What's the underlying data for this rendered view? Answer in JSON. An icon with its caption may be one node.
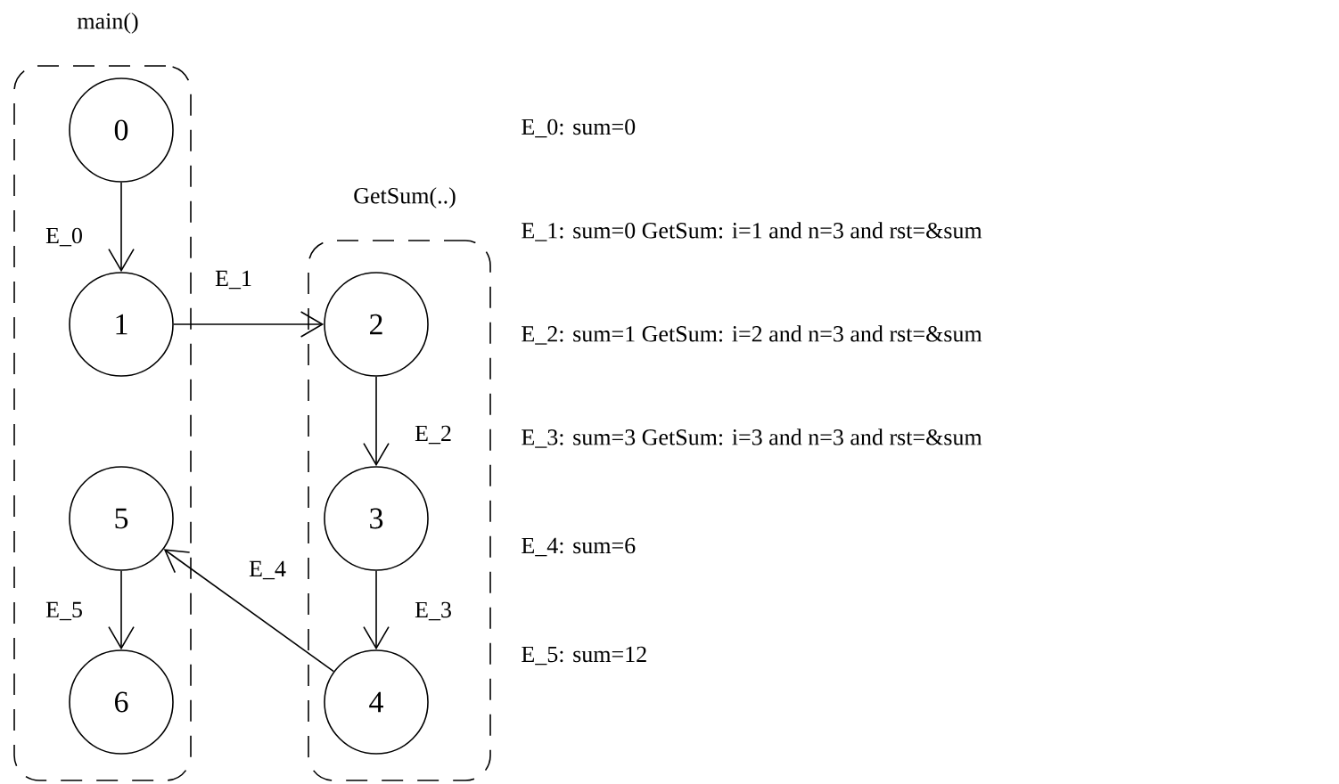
{
  "diagram": {
    "nodes": [
      {
        "text": [
          "main()"
        ]
      },
      {
        "text": [
          "0"
        ],
        "in": 0
      },
      {
        "text": [
          "1"
        ],
        "in": 0
      },
      {
        "text": [
          "5"
        ],
        "in": 0
      },
      {
        "text": [
          "6"
        ],
        "in": 0
      },
      {
        "text": [
          "GetSum(..)"
        ]
      },
      {
        "text": [
          "2"
        ],
        "in": 5
      },
      {
        "text": [
          "3"
        ],
        "in": 5
      },
      {
        "text": [
          "4"
        ],
        "in": 5
      }
    ],
    "edges": [
      {
        "from": 1,
        "to": 2,
        "arrow": "to",
        "label": "E_0"
      },
      {
        "from": 2,
        "to": 6,
        "arrow": "to",
        "label": "E_1"
      },
      {
        "from": 6,
        "to": 7,
        "arrow": "to",
        "label": "E_2"
      },
      {
        "from": 7,
        "to": 8,
        "arrow": "to",
        "label": "E_3"
      },
      {
        "from": 8,
        "to": 3,
        "arrow": "to",
        "label": "E_4"
      },
      {
        "from": 3,
        "to": 4,
        "arrow": "to",
        "label": "E_5"
      }
    ],
    "labels": [
      "E_0: sum=0",
      "E_1: sum=0 GetSum: i=1 and n=3 and rst=&sum",
      "E_2: sum=1 GetSum: i=2 and n=3 and rst=&sum",
      "E_3: sum=3 GetSum: i=3 and n=3 and rst=&sum",
      "E_4: sum=6",
      "E_5: sum=12"
    ]
  }
}
